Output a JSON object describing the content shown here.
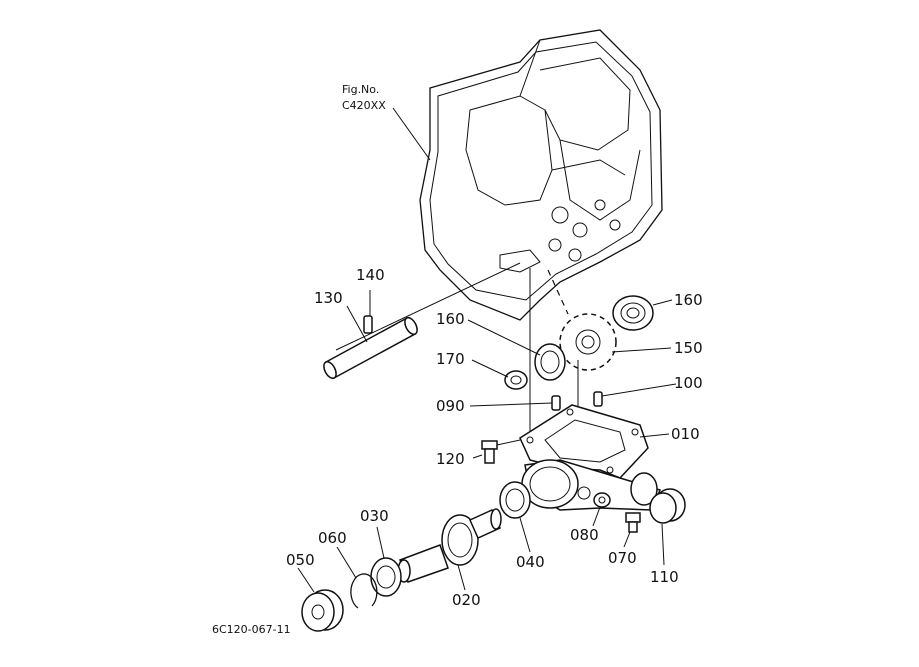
{
  "figure": {
    "ref_line1": "Fig.No.",
    "ref_line2": "C420XX",
    "code": "6C120-067-11"
  },
  "parts": {
    "p010": "010",
    "p020": "020",
    "p030": "030",
    "p040": "040",
    "p050": "050",
    "p060": "060",
    "p070": "070",
    "p080": "080",
    "p090": "090",
    "p100": "100",
    "p110": "110",
    "p120": "120",
    "p130": "130",
    "p140": "140",
    "p150": "150",
    "p160a": "160",
    "p160b": "160",
    "p170": "170"
  }
}
